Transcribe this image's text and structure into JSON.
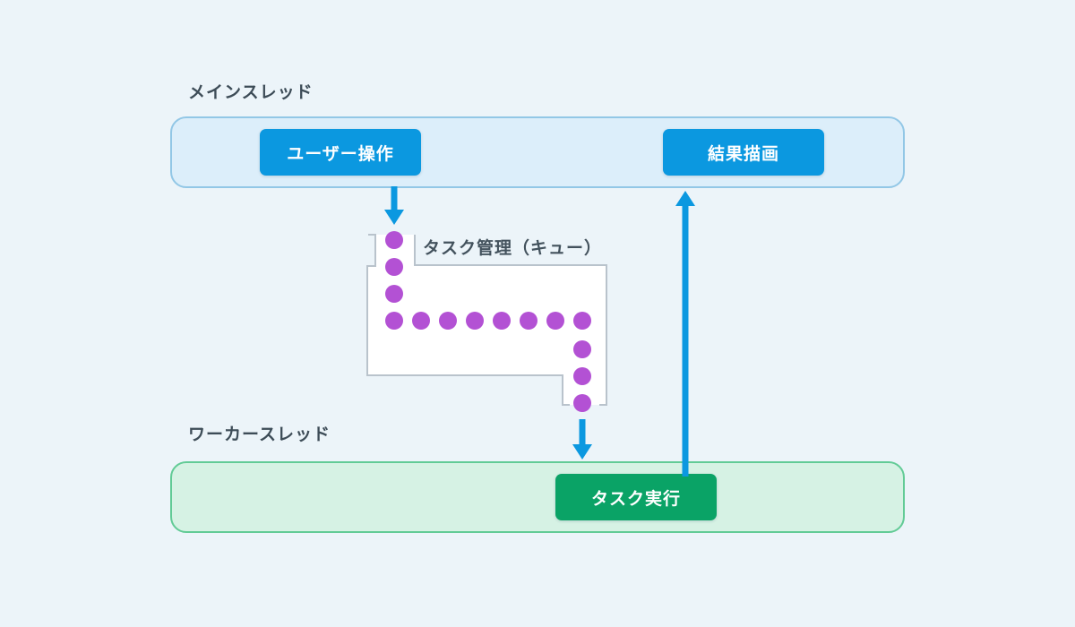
{
  "labels": {
    "main_thread": "メインスレッド",
    "worker_thread": "ワーカースレッド",
    "queue": "タスク管理（キュー）"
  },
  "nodes": {
    "user_action": "ユーザー操作",
    "render_result": "結果描画",
    "task_exec": "タスク実行"
  },
  "colors": {
    "background": "#ecf4f9",
    "main_lane_fill": "#dceefa",
    "main_lane_border": "#92c7e6",
    "worker_lane_fill": "#d6f2e4",
    "worker_lane_border": "#62cb96",
    "blue_node": "#0b98e0",
    "green_node": "#0aa366",
    "arrow": "#0b98e0",
    "queue_dot": "#b351d4",
    "queue_fill": "#ffffff",
    "queue_border": "#b9c3cc",
    "label_text": "#3d4c57"
  }
}
